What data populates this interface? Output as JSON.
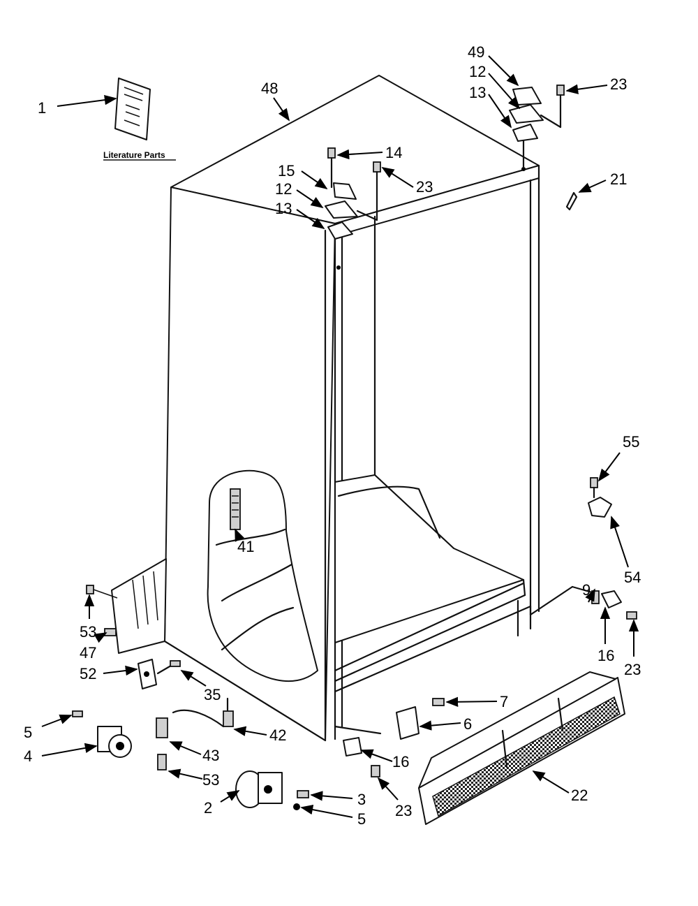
{
  "literature_caption": "Literature Parts",
  "callouts": {
    "c1": "1",
    "c48": "48",
    "c49": "49",
    "c12a": "12",
    "c13a": "13",
    "c23a": "23",
    "c14": "14",
    "c15": "15",
    "c12b": "12",
    "c13b": "13",
    "c23b": "23",
    "c21": "21",
    "c55": "55",
    "c54": "54",
    "c9": "9",
    "c16a": "16",
    "c23c": "23",
    "c41": "41",
    "c53a": "53",
    "c47": "47",
    "c52": "52",
    "c35": "35",
    "c7": "7",
    "c6": "6",
    "c5a": "5",
    "c4": "4",
    "c42": "42",
    "c43": "43",
    "c53b": "53",
    "c16b": "16",
    "c22": "22",
    "c2": "2",
    "c3": "3",
    "c5b": "5",
    "c23d": "23"
  }
}
